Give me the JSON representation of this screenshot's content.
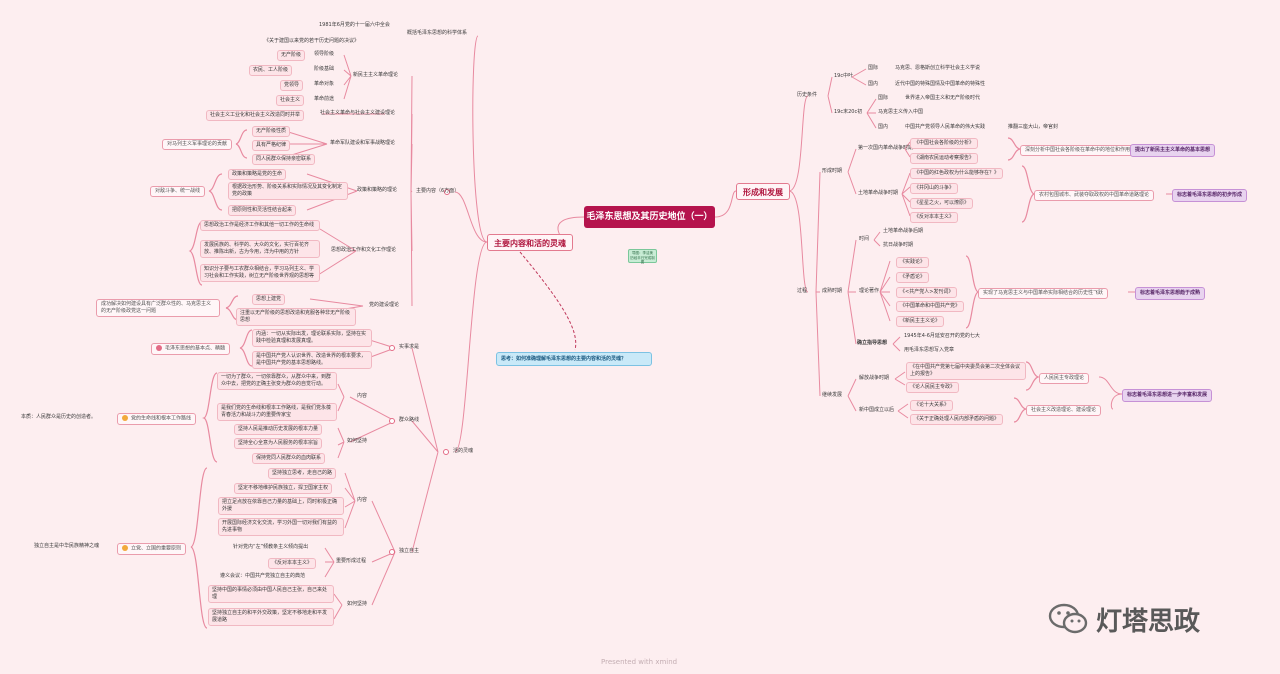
{
  "root": "毛泽东思想及其历史地位（一）",
  "branches": {
    "left": "主要内容和活的灵魂",
    "right": "形成和发展"
  },
  "think_box": "思考：如何准确理解毛泽东思想的主要内容和活的灵魂？",
  "mini_box": [
    "导图：李洁美",
    "历经半日完成制图"
  ],
  "footer": "Presented with xmind",
  "logo_text": "灯塔思政",
  "left": {
    "top": {
      "label": "概括毛泽东思想的科学体系",
      "items": [
        "1981年6月党的十一届六中全会",
        "《关于建国以来党的若干历史问题的决议》"
      ]
    },
    "main_content": {
      "label": "主要内容（6方面）",
      "groups": [
        {
          "label": "新民主主义革命理论",
          "pairs": [
            [
              "无产阶级",
              "领导阶级"
            ],
            [
              "农民、工人阶级",
              "阶级基础"
            ],
            [
              "党领导",
              "革命对象"
            ],
            [
              "社会主义",
              "革命前途"
            ]
          ]
        },
        {
          "label": "社会主义革命与社会主义建设理论",
          "items": [
            "社会主义工业化和社会主义改造同时并举"
          ]
        },
        {
          "label": "革命军队建设和军事战略理论",
          "items": [
            "无产阶级性质",
            "具有严格纪律",
            "同人民群众保持亲密联系"
          ],
          "side": "对马列主义军事理论的贡献"
        },
        {
          "label": "政策和策略的理论",
          "items": [
            "政策和策略是党的生命",
            "根据政治形势、阶级关系和实际情况及其变化制定党的政策",
            "把原则性和灵活性结合起来"
          ],
          "side": "对敌斗争、统一战线"
        },
        {
          "label": "思想政治工作和文化工作理论",
          "items": [
            "思想政治工作是经济工作和其他一切工作的生命线",
            "发展民族的、科学的、大众的文化，实行百花齐放、推陈出新，古为今用，洋为中用的方针",
            "知识分子要与工农群众相结合，学习马列主义、学习社会和工作实践，树立无产阶级世界观的思想等"
          ]
        },
        {
          "label": "党的建设理论",
          "items": [
            "思想上建党",
            "注重以无产阶级的思想改造和克服各种非无产阶级思想"
          ],
          "side": "成功解决如何建设具有广泛群众性的、马克思主义的无产阶级政党这一问题"
        }
      ]
    },
    "soul": {
      "label": "活的灵魂",
      "groups": [
        {
          "label": "实事求是",
          "items": [
            "内涵：一切从实际出发，理论联系实际，坚持在实践中检验真理和发展真理。",
            "是中国共产党人认识世界、改造世界的根本要求，是中国共产党的基本思想路线。"
          ],
          "tag": "毛泽东思想的基本点、精髓"
        },
        {
          "label": "群众路线",
          "sub": [
            {
              "label": "内容",
              "items": [
                "一切为了群众，一切依靠群众，从群众中来，到群众中去，把党的正确主张变为群众的自觉行动。",
                "是我们党的生命线和根本工作路线，是我们党永葆青春活力和战斗力的重要传家宝"
              ]
            },
            {
              "label": "如何坚持",
              "items": [
                "坚持人民是推动历史发展的根本力量",
                "坚持全心全意为人民服务的根本宗旨",
                "保持党同人民群众的血肉联系"
              ]
            }
          ],
          "tag": "党的生命线和根本工作路线",
          "side": "本质：人民群众是历史的创造者。"
        },
        {
          "label": "独立自主",
          "sub": [
            {
              "label": "内容",
              "items": [
                "坚持独立思考，走自己的路",
                "坚定不移地维护民族独立，捍卫国家主权",
                "把立足点放在依靠自己力量的基础上，同时积极正确外援",
                "开展国际经济文化交流，学习外国一切对我们有益的先进事物"
              ]
            },
            {
              "label": "重要形成过程",
              "items": [
                "针对党内“左”倾教条主义倾向提出",
                "《反对本本主义》",
                "遵义会议：中国共产党独立自主的典范"
              ]
            },
            {
              "label": "如何坚持",
              "items": [
                "坚持中国的事情必须由中国人民自己主张，自己来处理",
                "坚持独立自主的和平外交政策，坚定不移地走和平发展道路"
              ]
            }
          ],
          "tag": "立党、立国的重要原则",
          "side": "独立自主是中华民族精神之魂"
        }
      ]
    }
  },
  "right": {
    "conditions": {
      "label": "历史条件",
      "c19_20": {
        "label": "19c中叶",
        "items": [
          [
            "国际",
            "马克思、恩格斯创立科学社会主义学说"
          ],
          [
            "国内",
            "近代中国的特殊国情及中国革命的特殊性"
          ]
        ]
      },
      "c19end": {
        "label": "19c末20c初",
        "items": [
          [
            "国际",
            "世界进入帝国主义和无产阶级时代"
          ],
          [
            "",
            "马克思主义传入中国"
          ],
          [
            "国内",
            "中国共产党领导人民革命的伟大实践",
            "推翻三座大山，帝官封"
          ]
        ]
      }
    },
    "process": {
      "label": "过程",
      "formation": {
        "label": "形成时期",
        "first": {
          "label": "第一次国内革命战争时期",
          "items": [
            "《中国社会各阶级的分析》",
            "《湖南农民运动考察报告》"
          ],
          "note": "深刻分析中国社会各阶级在革命中的地位和作用",
          "mark": "提出了新民主主义革命的基本思想"
        },
        "second": {
          "label": "土地革命战争时期",
          "items": [
            "《中国的红色政权为什么能够存在？》",
            "《井冈山的斗争》",
            "《星星之火，可以燎原》",
            "《反对本本主义》"
          ],
          "note": "农村包围城市、武装夺取政权的中国革命道路理论",
          "mark": "标志着毛泽东思想的初步形成"
        }
      },
      "mature": {
        "label": "成熟时期",
        "war": {
          "label": "时间",
          "items": [
            "土地革命战争后期",
            "抗日战争时期"
          ]
        },
        "theory": {
          "label": "理论著作",
          "items": [
            "《实践论》",
            "《矛盾论》",
            "《<共产党人>发刊词》",
            "《中国革命和中国共产党》",
            "《新民主主义论》"
          ],
          "note": "实现了马克思主义与中国革命实际相结合的历史性飞跃",
          "mark": "标志着毛泽东思想趋于成熟"
        },
        "named": {
          "label": "确立指导思想",
          "items": [
            "1945年4-6月延安召开的党的七大",
            "用毛泽东思想写入党章"
          ]
        }
      },
      "develop": {
        "label": "继续发展",
        "liberation": {
          "label": "解放战争时期",
          "items": [
            "《在中国共产党第七届中央委员会第二次全体会议上的报告》",
            "《论人民民主专政》"
          ],
          "note": "人民民主专政理论"
        },
        "newchina": {
          "label": "新中国成立以后",
          "items": [
            "《论十大关系》",
            "《关于正确处理人民内部矛盾的问题》"
          ],
          "note": "社会主义改造理论、建设理论"
        },
        "mark": "标志着毛泽东思想进一步丰富和发展"
      }
    }
  },
  "colors": {
    "root": "#b5134d",
    "branch": "#e37a8f",
    "line": "#e88aa0",
    "summary": "#e8d3ef"
  }
}
